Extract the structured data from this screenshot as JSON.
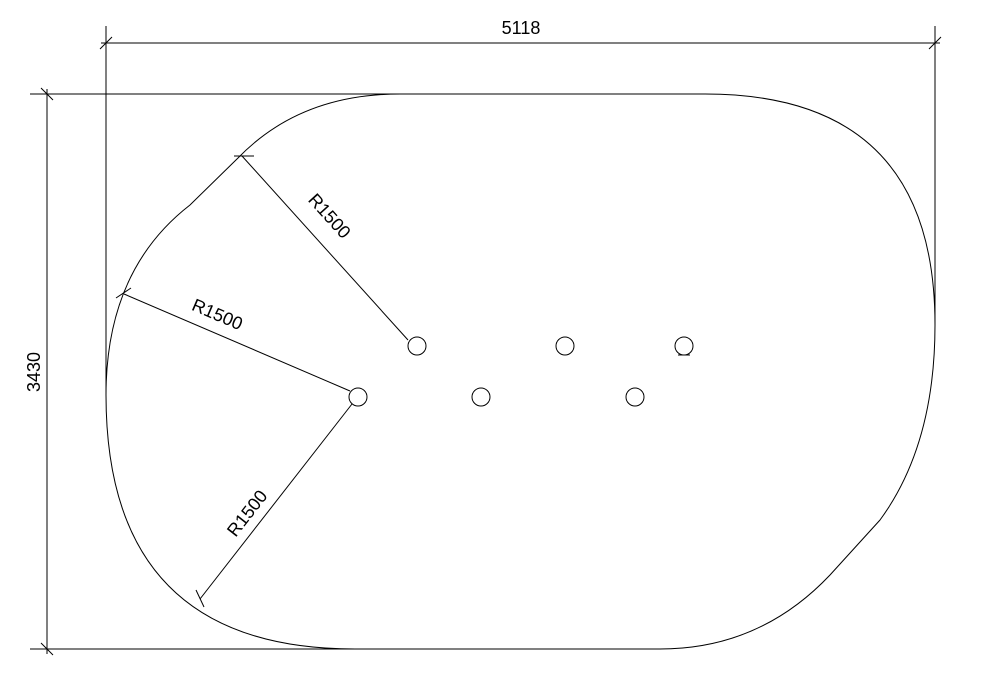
{
  "drawing": {
    "dimensions": {
      "overall_width": "5118",
      "overall_height": "3430"
    },
    "radius_labels": [
      "R1500",
      "R1500",
      "R1500"
    ],
    "holes": {
      "count": 6
    },
    "colors": {
      "line": "#000000",
      "background": "#ffffff"
    }
  }
}
